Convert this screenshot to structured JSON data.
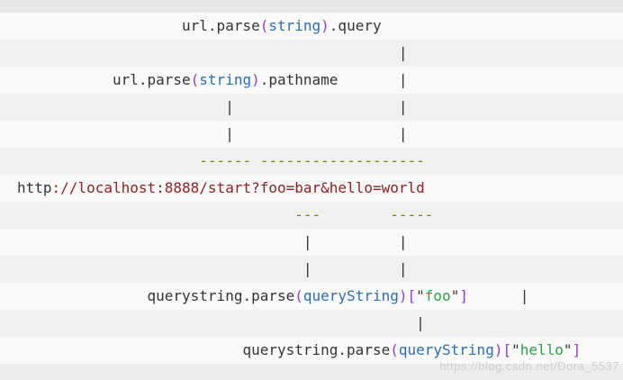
{
  "watermark": {
    "text": "https://blog.csdn.net/Dora_5537"
  },
  "colors": {
    "row_white": "#fafafa",
    "row_gray": "#f0f0f0",
    "row_top": "#e8e8e8",
    "row_bottom": "#ededed",
    "text_plain": "#333333",
    "text_keyword_blue": "#2a6cb5",
    "text_punct_purple": "#9a3bc2",
    "text_dash_olive": "#7e7d00",
    "text_url_maroon": "#8e1f1f",
    "text_string_green": "#2f9e44",
    "watermark_gray": "#c8c8c8"
  },
  "code": {
    "lines": [
      {
        "bg": "top",
        "segments": []
      },
      {
        "bg": "white",
        "segments": [
          {
            "c": 19,
            "t": "url.parse",
            "s": "plain"
          },
          {
            "c": 28,
            "t": "(",
            "s": "purple"
          },
          {
            "c": 29,
            "t": "string",
            "s": "blue"
          },
          {
            "c": 35,
            "t": ")",
            "s": "purple"
          },
          {
            "c": 36,
            "t": ".query",
            "s": "plain"
          }
        ]
      },
      {
        "bg": "gray",
        "segments": [
          {
            "c": 44,
            "t": "|",
            "s": "plain"
          }
        ]
      },
      {
        "bg": "white",
        "segments": [
          {
            "c": 11,
            "t": "url.parse",
            "s": "plain"
          },
          {
            "c": 20,
            "t": "(",
            "s": "purple"
          },
          {
            "c": 21,
            "t": "string",
            "s": "blue"
          },
          {
            "c": 27,
            "t": ")",
            "s": "purple"
          },
          {
            "c": 28,
            "t": ".pathname",
            "s": "plain"
          },
          {
            "c": 44,
            "t": "|",
            "s": "plain"
          }
        ]
      },
      {
        "bg": "gray",
        "segments": [
          {
            "c": 24,
            "t": "|",
            "s": "plain"
          },
          {
            "c": 44,
            "t": "|",
            "s": "plain"
          }
        ]
      },
      {
        "bg": "white",
        "segments": [
          {
            "c": 24,
            "t": "|",
            "s": "plain"
          },
          {
            "c": 44,
            "t": "|",
            "s": "plain"
          }
        ]
      },
      {
        "bg": "gray",
        "segments": [
          {
            "c": 21,
            "t": "------",
            "s": "olive"
          },
          {
            "c": 28,
            "t": "-------------------",
            "s": "olive"
          }
        ]
      },
      {
        "bg": "white",
        "segments": [
          {
            "c": 0,
            "t": "http",
            "s": "plain"
          },
          {
            "c": 4,
            "t": "://localhost:8888/start?foo=bar&hello=world",
            "s": "maroon"
          }
        ]
      },
      {
        "bg": "gray",
        "segments": [
          {
            "c": 32,
            "t": "---",
            "s": "olive"
          },
          {
            "c": 43,
            "t": "-----",
            "s": "olive"
          }
        ]
      },
      {
        "bg": "white",
        "segments": [
          {
            "c": 33,
            "t": "|",
            "s": "plain"
          },
          {
            "c": 44,
            "t": "|",
            "s": "plain"
          }
        ]
      },
      {
        "bg": "gray",
        "segments": [
          {
            "c": 33,
            "t": "|",
            "s": "plain"
          },
          {
            "c": 44,
            "t": "|",
            "s": "plain"
          }
        ]
      },
      {
        "bg": "white",
        "segments": [
          {
            "c": 15,
            "t": "querystring.parse",
            "s": "plain"
          },
          {
            "c": 32,
            "t": "(",
            "s": "purple"
          },
          {
            "c": 33,
            "t": "queryString",
            "s": "blue"
          },
          {
            "c": 44,
            "t": ")",
            "s": "purple"
          },
          {
            "c": 45,
            "t": "[",
            "s": "purple"
          },
          {
            "c": 46,
            "t": "\"",
            "s": "plain"
          },
          {
            "c": 47,
            "t": "foo",
            "s": "green"
          },
          {
            "c": 50,
            "t": "\"",
            "s": "plain"
          },
          {
            "c": 51,
            "t": "]",
            "s": "purple"
          },
          {
            "c": 58,
            "t": "|",
            "s": "plain"
          }
        ]
      },
      {
        "bg": "gray",
        "segments": [
          {
            "c": 46,
            "t": "|",
            "s": "plain"
          }
        ]
      },
      {
        "bg": "white",
        "segments": [
          {
            "c": 26,
            "t": "querystring.parse",
            "s": "plain"
          },
          {
            "c": 43,
            "t": "(",
            "s": "purple"
          },
          {
            "c": 44,
            "t": "queryString",
            "s": "blue"
          },
          {
            "c": 55,
            "t": ")",
            "s": "purple"
          },
          {
            "c": 56,
            "t": "[",
            "s": "purple"
          },
          {
            "c": 57,
            "t": "\"",
            "s": "plain"
          },
          {
            "c": 58,
            "t": "hello",
            "s": "green"
          },
          {
            "c": 63,
            "t": "\"",
            "s": "plain"
          },
          {
            "c": 64,
            "t": "]",
            "s": "purple"
          }
        ]
      },
      {
        "bg": "bottom",
        "segments": []
      }
    ]
  }
}
